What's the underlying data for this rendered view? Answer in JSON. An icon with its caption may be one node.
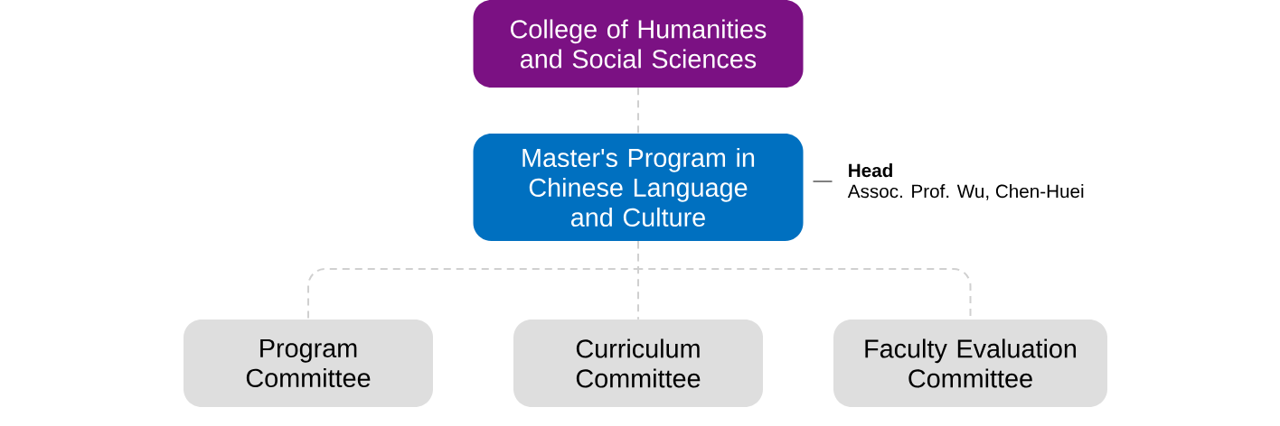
{
  "diagram": {
    "nodes": [
      {
        "text": [
          "College of Humanities and Social Sciences"
        ]
      },
      {
        "text": [
          "Master's Program in Chinese Language and Culture"
        ],
        "beside": [
          "Head",
          "Assoc. Prof. Wu, Chen-Huei"
        ]
      },
      {
        "text": [
          "Program Committee"
        ]
      },
      {
        "text": [
          "Curriculum Committee"
        ]
      },
      {
        "text": [
          "Faculty Evaluation Committee"
        ]
      }
    ],
    "edges": [
      {
        "from": 0,
        "to": 1,
        "arrow": "none",
        "style": "dashed"
      },
      {
        "from": 1,
        "to": 2,
        "arrow": "none",
        "style": "dashed"
      },
      {
        "from": 1,
        "to": 3,
        "arrow": "none",
        "style": "dashed"
      },
      {
        "from": 1,
        "to": 4,
        "arrow": "none",
        "style": "dashed"
      }
    ]
  }
}
